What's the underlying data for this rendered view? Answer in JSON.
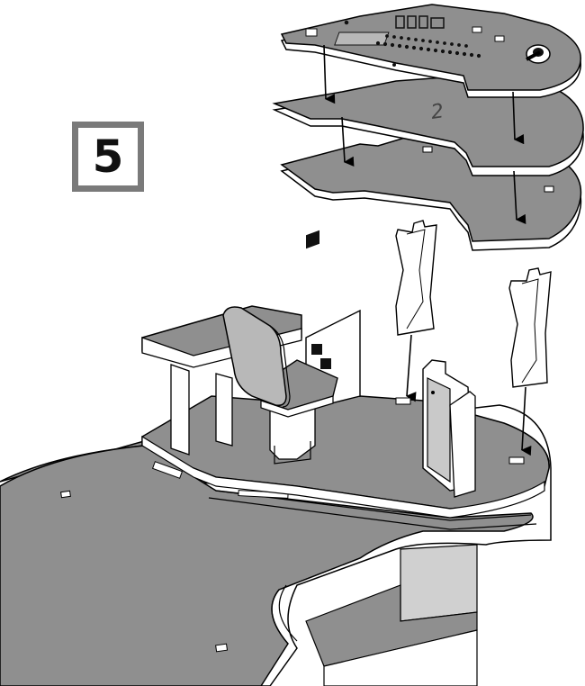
{
  "step": {
    "number": "5"
  },
  "plates": [
    {
      "id": "top-panel-plate"
    },
    {
      "id": "middle-plate",
      "label": "2"
    },
    {
      "id": "bottom-plate"
    }
  ],
  "colors": {
    "plate_face": "#8f8f8f",
    "plate_edge": "#ffffff",
    "outline": "#000000",
    "badge_border": "#7a7a7a",
    "background": "#ffffff"
  },
  "arrows": {
    "count": 6,
    "direction": "down"
  }
}
